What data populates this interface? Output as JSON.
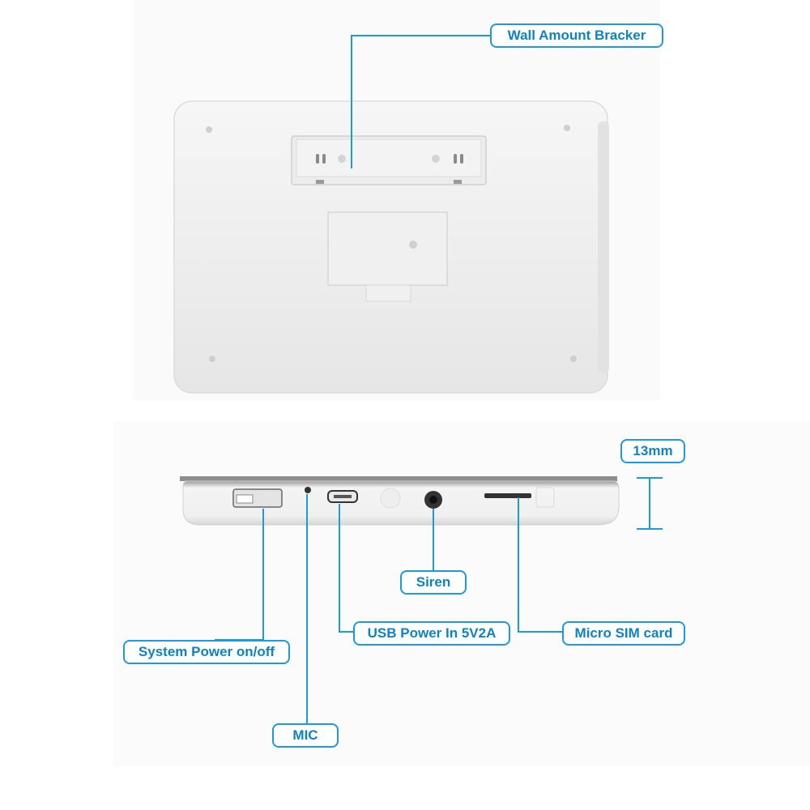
{
  "colors": {
    "callout_border": "#1d9ad7",
    "callout_text": "#0d84c2",
    "leader_line": "#1d9ad7",
    "device_body": "#efefef"
  },
  "icons": [
    "device-back-view",
    "device-side-view",
    "dimension-marker"
  ],
  "labels": {
    "wall_bracket": "Wall Amount Bracker",
    "thickness": "13mm",
    "siren": "Siren",
    "usb_power": "USB Power In 5V2A",
    "micro_sim": "Micro SIM card",
    "system_power": "System Power on/off",
    "mic": "MIC"
  }
}
